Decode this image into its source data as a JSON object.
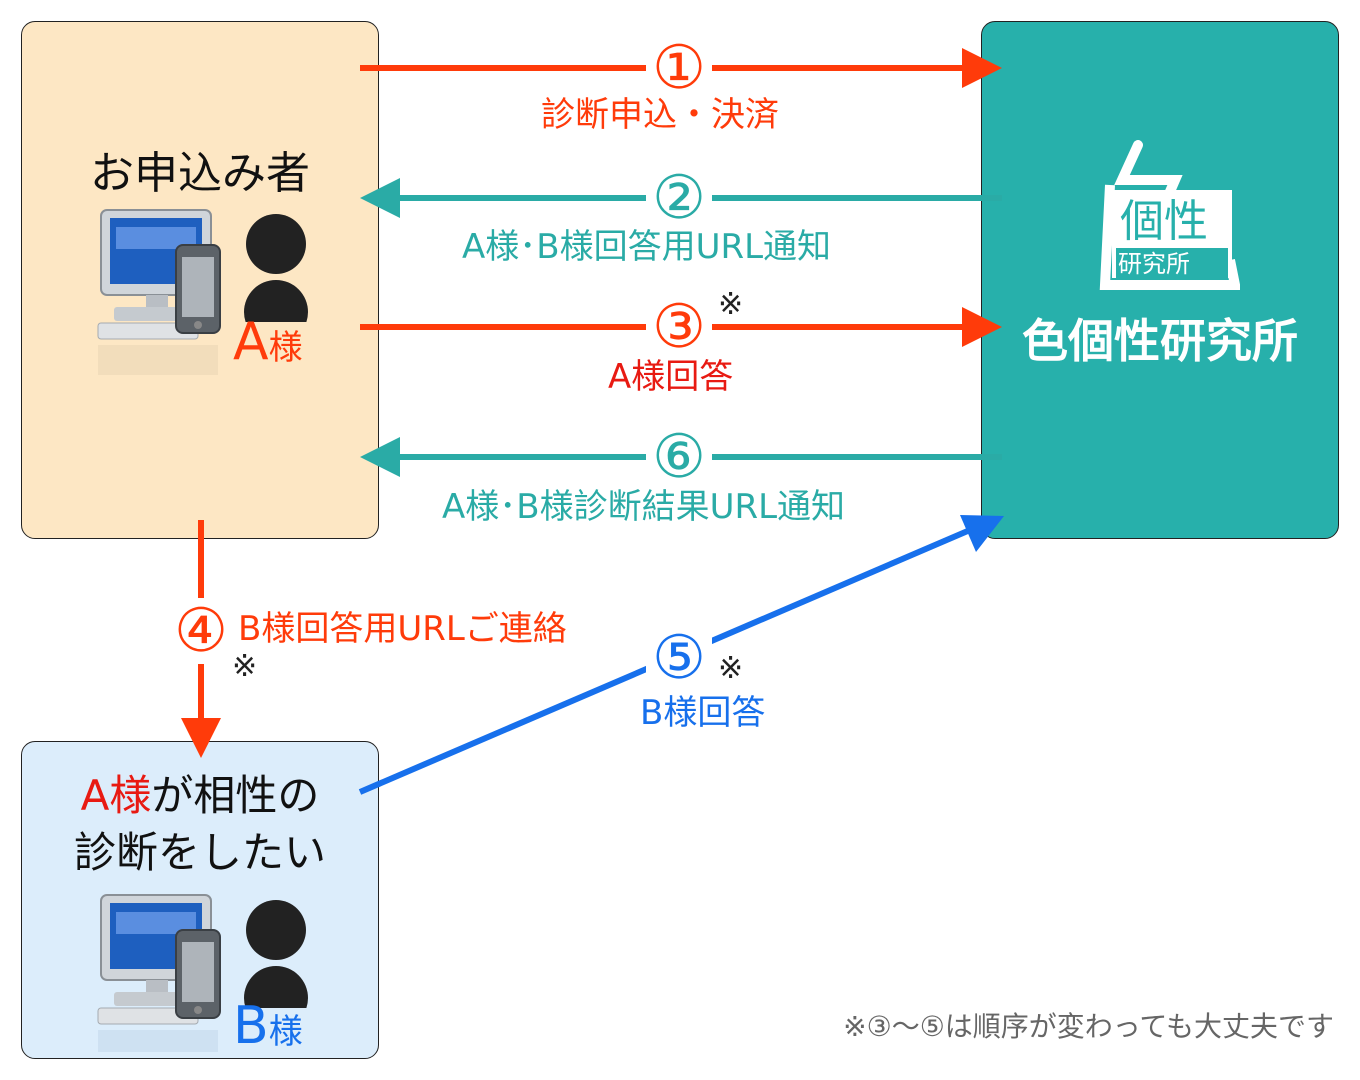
{
  "applicant": {
    "title": "お申込み者",
    "person_label": "A",
    "person_suffix": "様"
  },
  "partner": {
    "line1_highlight": "A様",
    "line1_rest": "が相性の",
    "line2": "診断をしたい",
    "person_label": "B",
    "person_suffix": "様"
  },
  "lab": {
    "name": "色個性研究所",
    "logo_main": "個性",
    "logo_sub": "研究所"
  },
  "steps": [
    {
      "number": "①",
      "label": "診断申込・決済"
    },
    {
      "number": "②",
      "label": "A様･B様回答用URL通知"
    },
    {
      "number": "③",
      "label": "A様回答",
      "note": "※"
    },
    {
      "number": "④",
      "label": "B様回答用URLご連絡",
      "note": "※"
    },
    {
      "number": "⑤",
      "label": "B様回答",
      "note": "※"
    },
    {
      "number": "⑥",
      "label": "A様･B様診断結果URL通知"
    }
  ],
  "footnote": "※③〜⑤は順序が変わっても大丈夫です",
  "colors": {
    "orange": "#ff3b0a",
    "teal": "#2aaba6",
    "blue": "#1770ec",
    "applicant_bg": "#fde7c4",
    "partner_bg": "#dcedfb",
    "lab_bg": "#27b0ab"
  }
}
